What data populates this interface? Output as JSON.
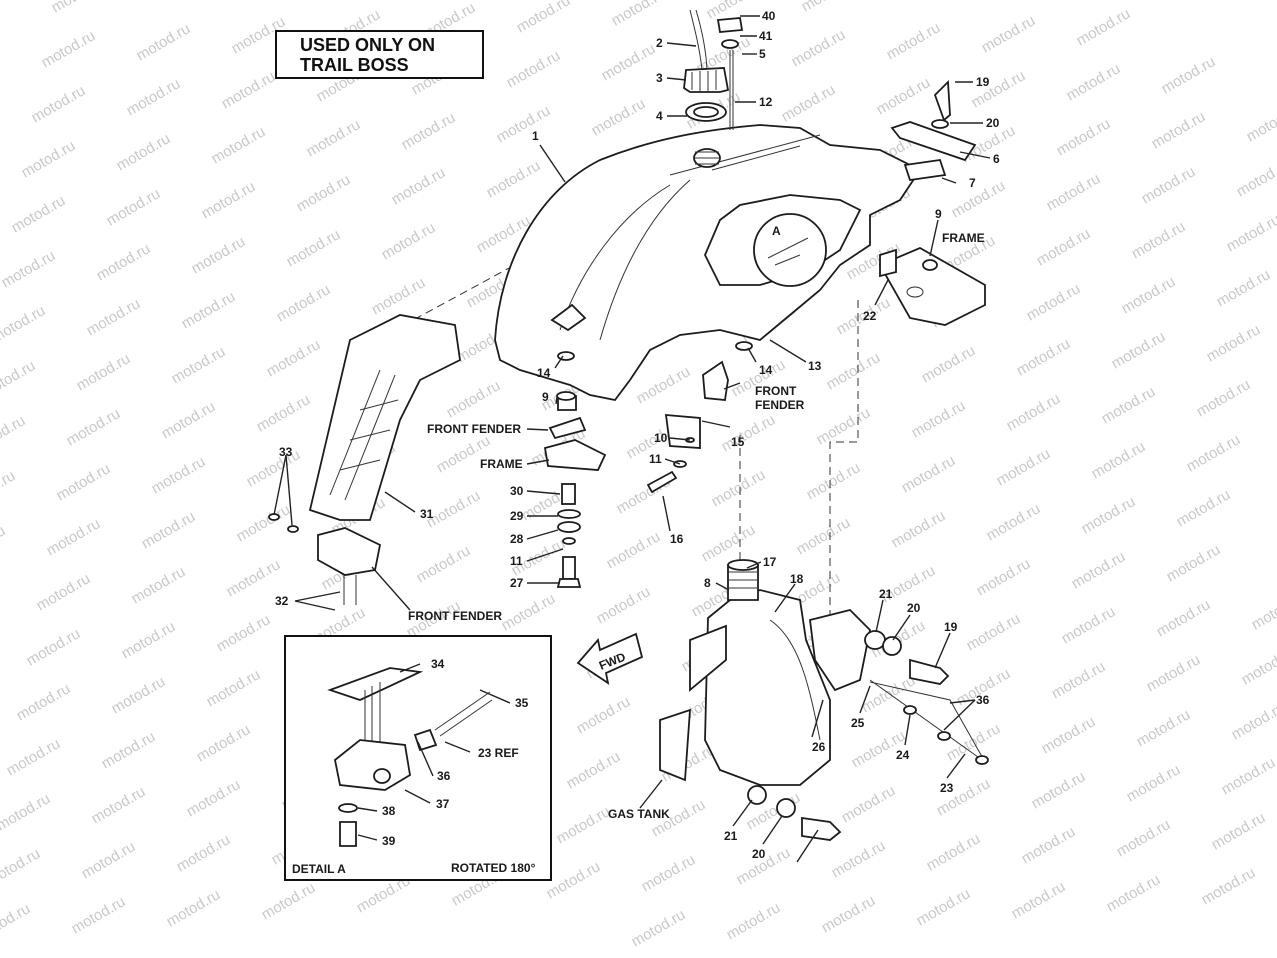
{
  "watermark": "motod.ru",
  "notice": {
    "line1": "USED ONLY ON",
    "line2": "TRAIL BOSS"
  },
  "fwd_label": "FWD",
  "detail": {
    "caption_left": "DETAIL A",
    "caption_right": "ROTATED 180°",
    "callout_letter": "A"
  },
  "part_labels": {
    "p1": "1",
    "p2": "2",
    "p3": "3",
    "p4": "4",
    "p5": "5",
    "p6": "6",
    "p7": "7",
    "p8": "8",
    "p9a": "9",
    "p9b": "9",
    "p10": "10",
    "p11a": "11",
    "p11b": "11",
    "p12": "12",
    "p13": "13",
    "p14a": "14",
    "p14b": "14",
    "p15": "15",
    "p16": "16",
    "p17": "17",
    "p18": "18",
    "p19a": "19",
    "p19b": "19",
    "p20a": "20",
    "p20b": "20",
    "p20c": "20",
    "p21a": "21",
    "p21b": "21",
    "p22": "22",
    "p23a": "23",
    "p23b": "23 REF",
    "p24": "24",
    "p25": "25",
    "p26": "26",
    "p27": "27",
    "p28": "28",
    "p29": "29",
    "p30": "30",
    "p31": "31",
    "p32": "32",
    "p33": "33",
    "p34": "34",
    "p35": "35",
    "p36a": "36",
    "p36b": "36",
    "p37": "37",
    "p38": "38",
    "p39": "39",
    "p40": "40",
    "p41": "41"
  },
  "text_labels": {
    "frame_top": "FRAME",
    "frame_mid": "FRAME",
    "front_fender_a": "FRONT FENDER",
    "front_fender_b1": "FRONT",
    "front_fender_b2": "FENDER",
    "front_fender_c": "FRONT FENDER",
    "gas_tank": "GAS TANK"
  }
}
